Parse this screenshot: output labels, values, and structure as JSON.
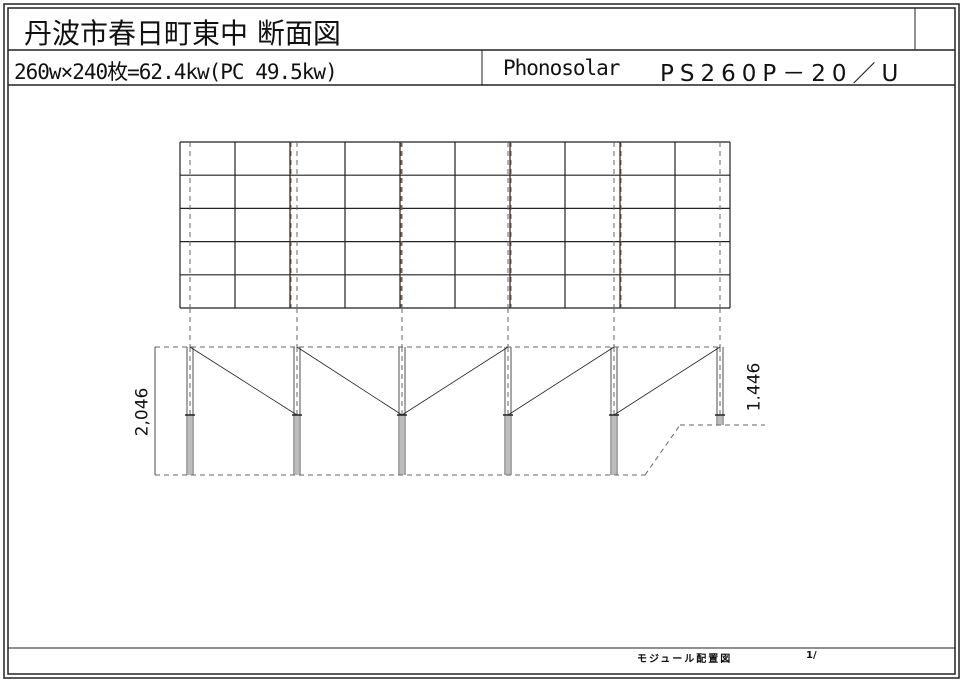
{
  "title": "丹波市春日町東中 断面図",
  "spec": "260w×240枚=62.4kw(PC 49.5kw)",
  "maker": "Phonosolar",
  "model": "PS260P－20／U",
  "dimensions": {
    "left": "2,046",
    "right": "1.446"
  },
  "footer": {
    "sheet_name": "モジュール配置図",
    "page": "1/"
  },
  "panel_grid": {
    "columns": 10,
    "rows": 5
  },
  "colors": {
    "line": "#222222",
    "guide": "#8a5a4a"
  }
}
